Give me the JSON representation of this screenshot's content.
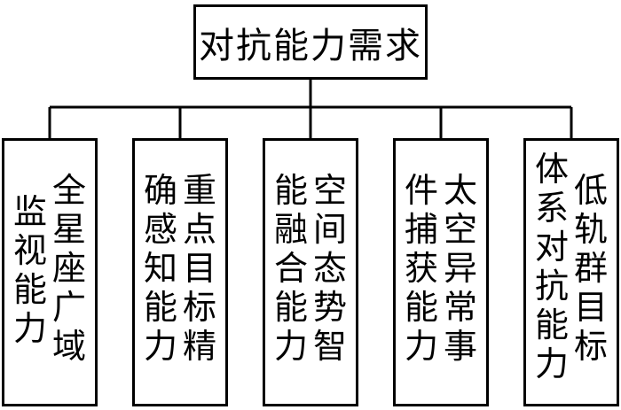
{
  "root": {
    "title": "对抗能力需求"
  },
  "children": [
    {
      "right": "全星座广域",
      "left": "监视能力"
    },
    {
      "right": "重点目标精",
      "left": "确感知能力"
    },
    {
      "right": "空间态势智",
      "left": "能融合能力"
    },
    {
      "right": "太空异常事",
      "left": "件捕获能力"
    },
    {
      "right": "低轨群目标",
      "left": "体系对抗能力"
    }
  ]
}
